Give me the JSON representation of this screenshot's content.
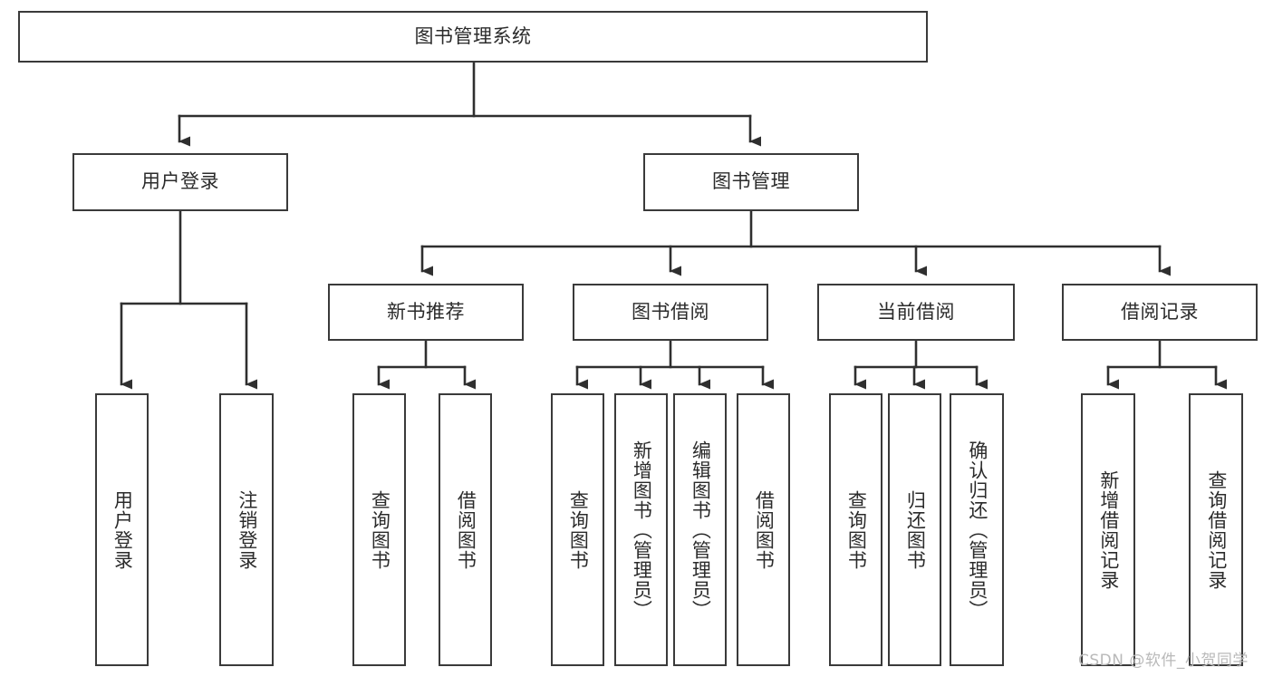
{
  "diagram": {
    "type": "hierarchy-tree",
    "title": "图书管理系统",
    "watermark": "CSDN @软件_小贺同学",
    "colors": {
      "box_border": "#3a3a3a",
      "box_fill": "#ffffff",
      "connector": "#2f2f2f",
      "text": "#2b2b2b",
      "watermark": "#b9b9b9",
      "background": "#ffffff"
    },
    "levels": {
      "root": {
        "label": "图书管理系统"
      },
      "level1": [
        {
          "label": "用户登录"
        },
        {
          "label": "图书管理"
        }
      ],
      "level2": [
        {
          "label": "新书推荐"
        },
        {
          "label": "图书借阅"
        },
        {
          "label": "当前借阅"
        },
        {
          "label": "借阅记录"
        }
      ],
      "leaves": {
        "user_login": [
          {
            "label": "用户登录"
          },
          {
            "label": "注销登录"
          }
        ],
        "new_book_recommend": [
          {
            "label": "查询图书"
          },
          {
            "label": "借阅图书"
          }
        ],
        "book_borrow": [
          {
            "label": "查询图书"
          },
          {
            "label": "新增图书（管理员）"
          },
          {
            "label": "编辑图书（管理员）"
          },
          {
            "label": "借阅图书"
          }
        ],
        "current_borrow": [
          {
            "label": "查询图书"
          },
          {
            "label": "归还图书"
          },
          {
            "label": "确认归还（管理员）"
          }
        ],
        "borrow_record": [
          {
            "label": "新增借阅记录"
          },
          {
            "label": "查询借阅记录"
          }
        ]
      }
    }
  }
}
